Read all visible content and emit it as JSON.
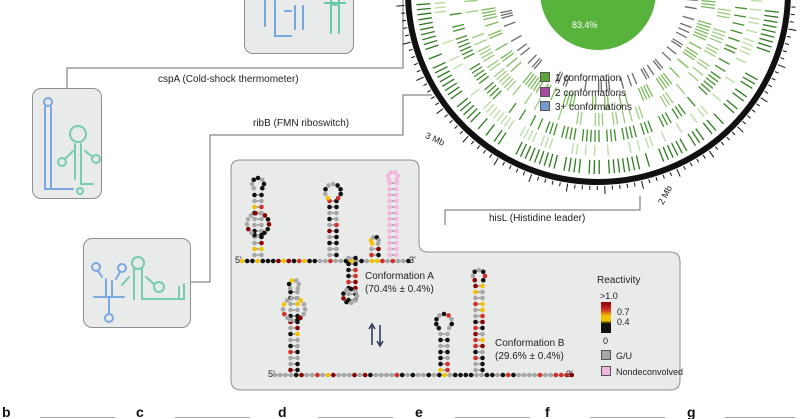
{
  "labels": {
    "cspa": "cspA (Cold-shock thermometer)",
    "ribb": "ribB (FMN riboswitch)",
    "hisl": "hisL (Histidine leader)"
  },
  "genome": {
    "center_pct": "83.4%",
    "tick_3mb": "3 Mb",
    "tick_2mb": "2 Mb"
  },
  "legend": [
    {
      "label": "1 conformation",
      "color": "#5aa83c"
    },
    {
      "label": "2 conformations",
      "color": "#a64ca0"
    },
    {
      "label": "3+ conformations",
      "color": "#6f9bd1"
    }
  ],
  "conformations": {
    "a_name": "Conformation A",
    "a_value": "(70.4% ± 0.4%)",
    "b_name": "Conformation B",
    "b_value": "(29.6% ± 0.4%)",
    "five_prime": "5'",
    "three_prime": "3'"
  },
  "reactivity": {
    "title": "Reactivity",
    "max": ">1.0",
    "v07": "0.7",
    "v04": "0.4",
    "zero": "0",
    "gu": "G/U",
    "nondeconvolved": "Nondeconvolved",
    "colors": {
      "high": "#8b0000",
      "mid": "#f2c200",
      "low": "#111111",
      "gu": "#a7a7a7",
      "nondeconvolved": "#f3b6dd"
    }
  },
  "panels": [
    "b",
    "c",
    "d",
    "e",
    "f",
    "g"
  ]
}
